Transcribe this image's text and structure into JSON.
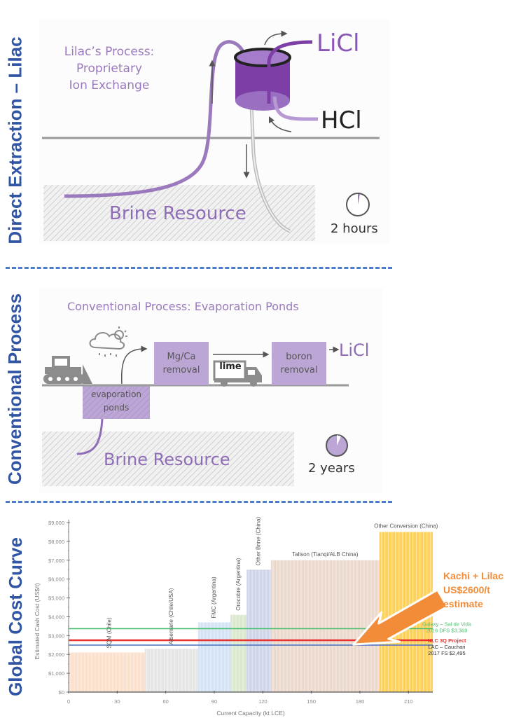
{
  "sections": {
    "direct": {
      "side_label": "Direct Extraction – Lilac",
      "title_lines": [
        "Lilac’s Process:",
        "Proprietary",
        "Ion Exchange"
      ],
      "output_label": "LiCl",
      "input_label": "HCl",
      "resource_label": "Brine Resource",
      "time_label": "2 hours",
      "time_icon": "clock-icon",
      "time_fraction": 0.02
    },
    "conventional": {
      "side_label": "Conventional Process",
      "title": "Conventional Process: Evaporation Ponds",
      "ponds_label_lines": [
        "evaporation",
        "ponds"
      ],
      "step1_lines": [
        "Mg/Ca",
        "removal"
      ],
      "truck_label": "lime",
      "step2_lines": [
        "boron",
        "removal"
      ],
      "output_label": "LiCl",
      "resource_label": "Brine Resource",
      "time_label": "2 years",
      "time_icon": "clock-icon",
      "time_fraction": 0.92
    },
    "cost": {
      "side_label": "Global Cost Curve",
      "callout_lines": [
        "Kachi + Lilac",
        "US$2600/t",
        "estimate"
      ]
    }
  },
  "colors": {
    "side_label": "#2f55a4",
    "divider": "#4a7cc9",
    "purple": "#9a79bd",
    "box_purple": "#bca6d6",
    "callout_orange": "#f28c38"
  },
  "chart_data": {
    "type": "bar",
    "title": "",
    "xlabel": "Current Capacity (kt LCE)",
    "ylabel": "Estimated Cash Cost (US$/t)",
    "xlim": [
      0,
      225
    ],
    "ylim": [
      0,
      9000
    ],
    "x_ticks": [
      0,
      30,
      60,
      90,
      120,
      150,
      180,
      210
    ],
    "y_ticks": [
      0,
      1000,
      2000,
      3000,
      4000,
      5000,
      6000,
      7000,
      8000,
      9000
    ],
    "y_tick_labels": [
      "$0",
      "$1,000",
      "$2,000",
      "$3,000",
      "$4,000",
      "$5,000",
      "$6,000",
      "$7,000",
      "$8,000",
      "$9,000"
    ],
    "bars": [
      {
        "name": "SQM (Chile)",
        "x_start": 0,
        "x_end": 47,
        "value": 2100,
        "color": "#fbe0cc",
        "label_orientation": "vertical"
      },
      {
        "name": "Albemarle (Chile/USA)",
        "x_start": 47,
        "x_end": 80,
        "value": 2300,
        "color": "#e6e6e6",
        "label_orientation": "vertical"
      },
      {
        "name": "FMC (Argentina)",
        "x_start": 80,
        "x_end": 100,
        "value": 3700,
        "color": "#d4e3f5",
        "label_orientation": "vertical"
      },
      {
        "name": "Orocobre (Argentina)",
        "x_start": 100,
        "x_end": 110,
        "value": 4100,
        "color": "#dbe9d0",
        "label_orientation": "vertical"
      },
      {
        "name": "Other Brine (China)",
        "x_start": 110,
        "x_end": 125,
        "value": 6500,
        "color": "#cfd6e8",
        "label_orientation": "vertical"
      },
      {
        "name": "Talison (Tianqi/ALB China)",
        "x_start": 125,
        "x_end": 192,
        "value": 7000,
        "color": "#ecd9cd",
        "label_orientation": "horizontal"
      },
      {
        "name": "Other Conversion (China)",
        "x_start": 192,
        "x_end": 225,
        "value": 8500,
        "color": "#fdd15a",
        "label_orientation": "horizontal"
      }
    ],
    "reference_lines": [
      {
        "name": "Galaxy – Sal de Vida 2016 DFS $3,369",
        "label_lines": [
          "Galaxy – Sal de Vida",
          "2016 DFS $3,369"
        ],
        "value": 3369,
        "color": "#4fbf6f"
      },
      {
        "name": "NLC 3Q Project",
        "label_lines": [
          "NLC 3Q Project"
        ],
        "value": 2750,
        "color": "#e8312f"
      },
      {
        "name": "LAC – Cauchari 2017 FS $2,495",
        "label_lines": [
          "LAC – Cauchari",
          "2017 FS $2,495"
        ],
        "value": 2495,
        "color": "#4f79c9"
      }
    ],
    "annotation": {
      "text": "Kachi + Lilac US$2600/t estimate",
      "value": 2600
    }
  }
}
